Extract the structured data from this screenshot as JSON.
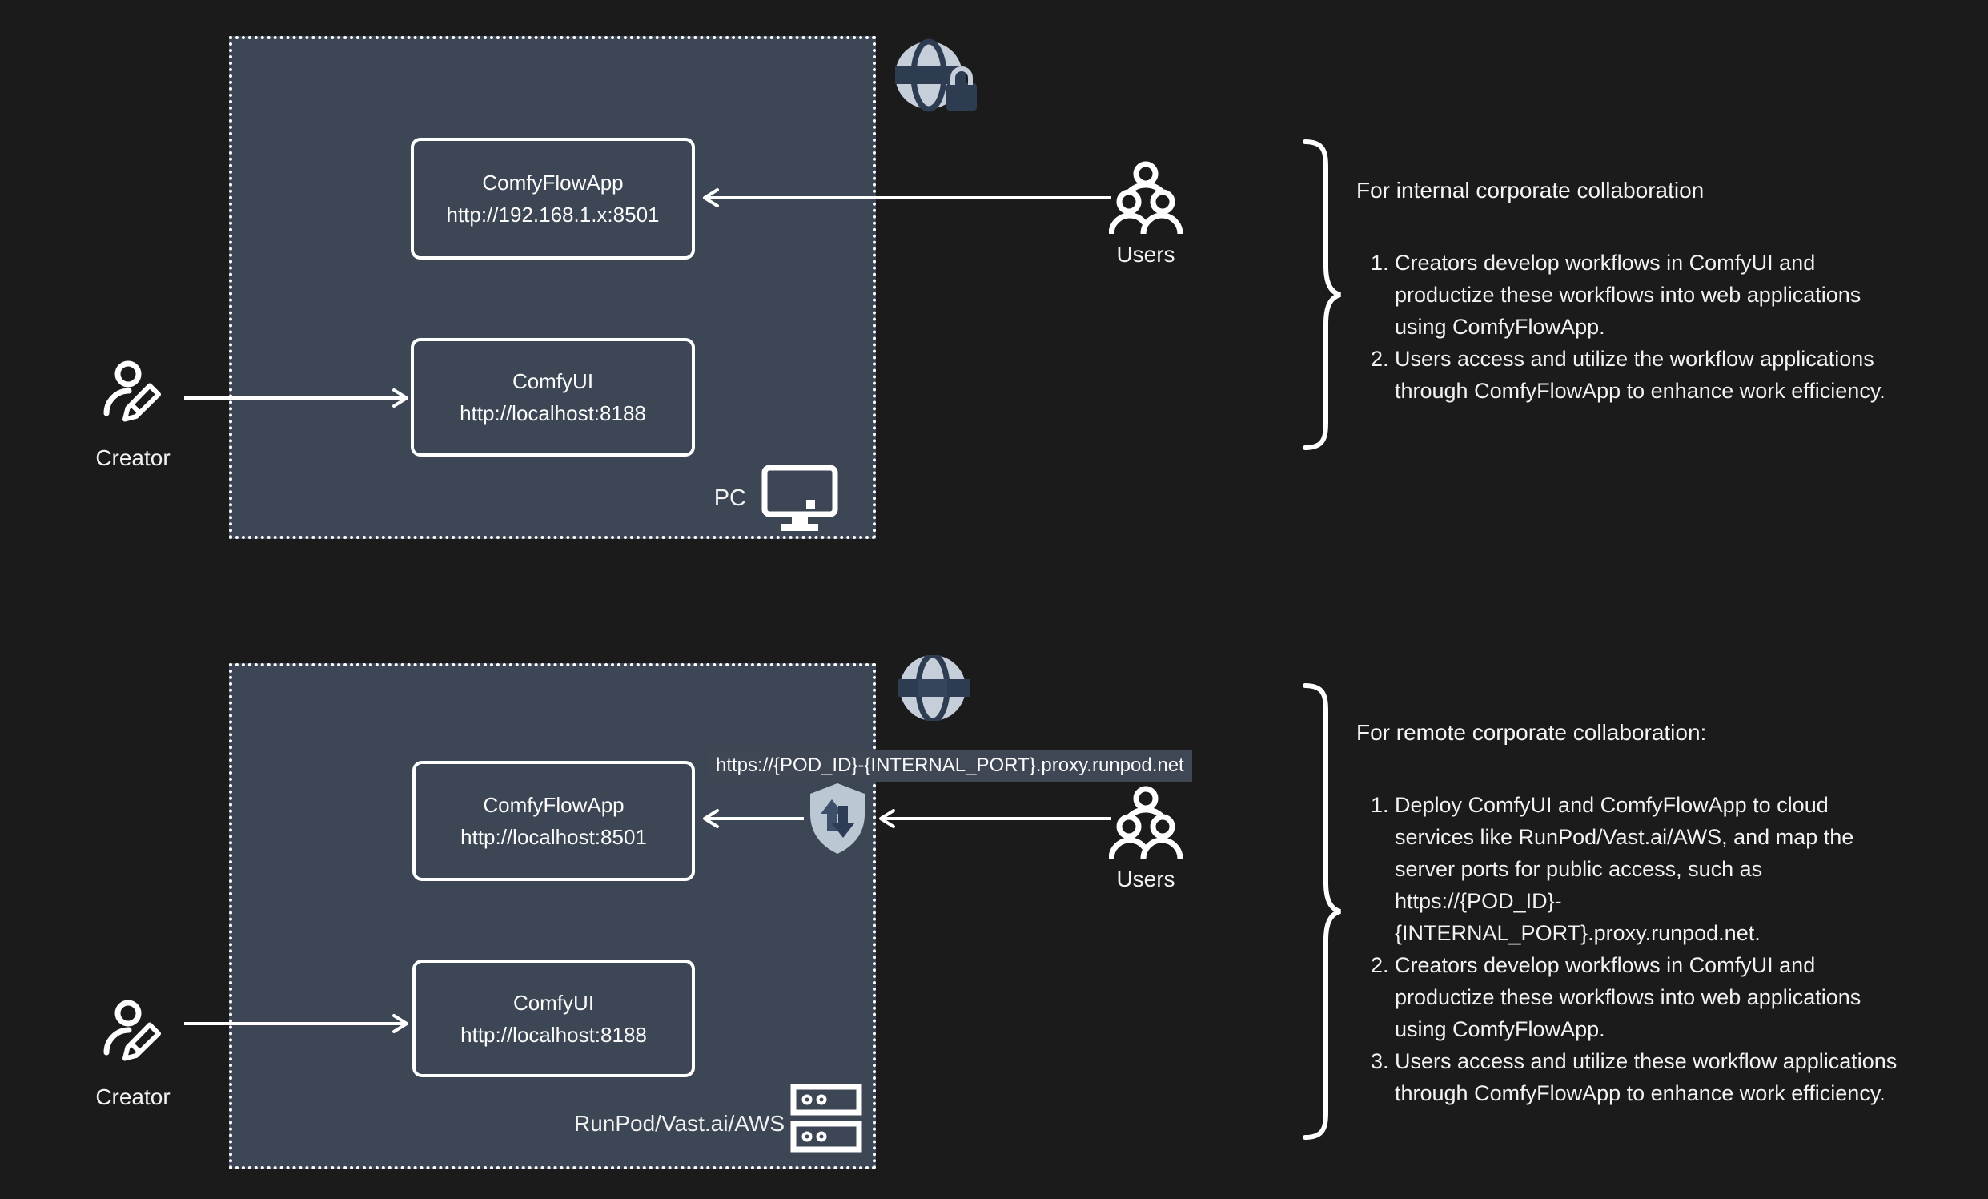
{
  "colors": {
    "background": "#1b1b1b",
    "panel_fill": "#3d4654",
    "line_white": "#ffffff",
    "icon_light": "#c5ced9",
    "icon_dark": "#2e3c52",
    "url_strip_bg": "#3f4755"
  },
  "sections": [
    {
      "name": "internal",
      "creator_label": "Creator",
      "users_label": "Users",
      "host_label": "PC",
      "apps": [
        {
          "name": "ComfyFlowApp",
          "url": "http://192.168.1.x:8501"
        },
        {
          "name": "ComfyUI",
          "url": "http://localhost:8188"
        }
      ],
      "notes": {
        "title": "For internal corporate collaboration",
        "items": [
          "Creators develop workflows in ComfyUI and productize these workflows into web applications using ComfyFlowApp.",
          "Users access and utilize the workflow applications through ComfyFlowApp to enhance work efficiency."
        ]
      }
    },
    {
      "name": "remote",
      "creator_label": "Creator",
      "users_label": "Users",
      "host_label": "RunPod/Vast.ai/AWS",
      "proxy_url": "https://{POD_ID}-{INTERNAL_PORT}.proxy.runpod.net",
      "apps": [
        {
          "name": "ComfyFlowApp",
          "url": "http://localhost:8501"
        },
        {
          "name": "ComfyUI",
          "url": "http://localhost:8188"
        }
      ],
      "notes": {
        "title": "For remote corporate collaboration:",
        "items": [
          "Deploy ComfyUI and ComfyFlowApp to cloud services like RunPod/Vast.ai/AWS, and map the server ports for public access, such as https://{POD_ID}-{INTERNAL_PORT}.proxy.runpod.net.",
          "Creators develop workflows in ComfyUI and productize these workflows into web applications using ComfyFlowApp.",
          "Users access and utilize these workflow applications through ComfyFlowApp to enhance work efficiency."
        ]
      }
    }
  ]
}
